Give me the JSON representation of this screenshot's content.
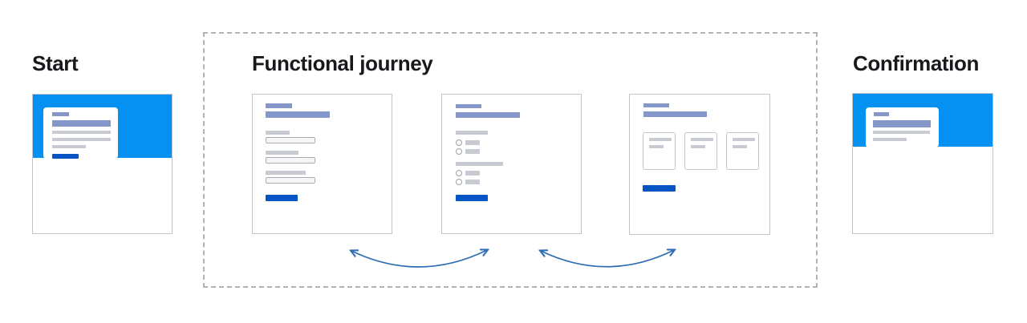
{
  "sections": {
    "start": {
      "title": "Start"
    },
    "journey": {
      "title": "Functional journey"
    },
    "confirmation": {
      "title": "Confirmation"
    }
  },
  "icons": {
    "journey_arrows": "curved-double-headed-arrow"
  },
  "colors": {
    "brand_blue": "#0591F2",
    "button_blue": "#0556C4",
    "periwinkle": "#8597C9",
    "placeholder_gray": "#C8CCD2",
    "card_border": "#C2C6CB",
    "input_border": "#A8ADB3",
    "input_fill": "#F6F6F7",
    "radio_border": "#9BA1A7",
    "dashed_border": "#B2B2B2",
    "arrow_blue": "#2F6EB3",
    "title_text": "#17191D",
    "panel_white": "#FFFFFF"
  }
}
